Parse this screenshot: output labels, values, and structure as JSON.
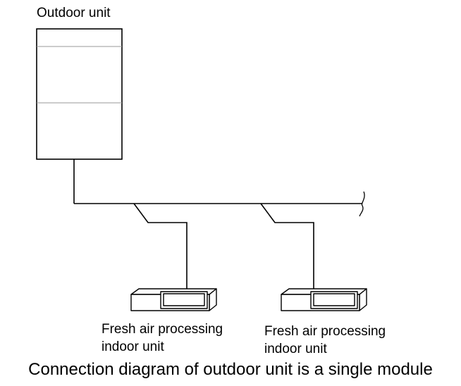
{
  "outdoor_unit": {
    "label": "Outdoor unit"
  },
  "indoor_units": [
    {
      "label_line1": "Fresh air processing",
      "label_line2": "indoor unit"
    },
    {
      "label_line1": "Fresh air processing",
      "label_line2": "indoor unit"
    }
  ],
  "caption": "Connection diagram of outdoor unit is a single module"
}
